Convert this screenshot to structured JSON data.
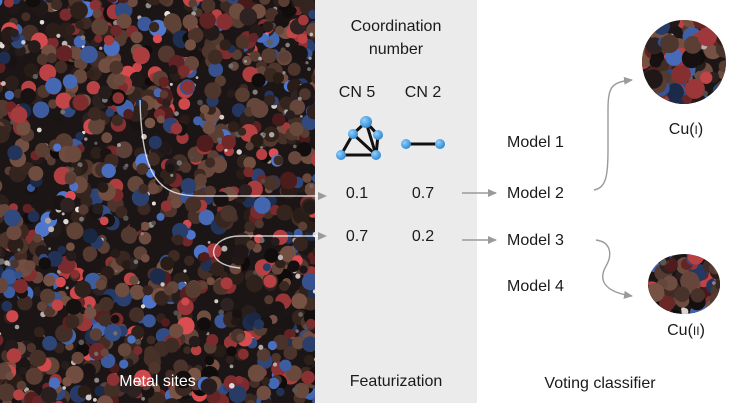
{
  "panels": {
    "left_label": "Metal sites",
    "mid_label": "Featurization",
    "right_label": "Voting classifier"
  },
  "featurization": {
    "header_line1": "Coordination",
    "header_line2": "number",
    "col1": "CN 5",
    "col2": "CN 2",
    "row1": [
      "0.1",
      "0.7"
    ],
    "row2": [
      "0.7",
      "0.2"
    ]
  },
  "models": [
    "Model 1",
    "Model 2",
    "Model 3",
    "Model 4"
  ],
  "outputs": {
    "top_prefix": "Cu(",
    "top_roman": "I",
    "bottom_prefix": "Cu(",
    "bottom_roman": "II",
    "suffix": ")"
  },
  "colors": {
    "atom_blue": "#4a6fc0",
    "atom_red": "#c9474a",
    "atom_brown": "#6e4c3f",
    "cluster_node": "#3fa0e0",
    "arrow": "#9a9a9a",
    "mid_bg": "#ebebeb"
  }
}
